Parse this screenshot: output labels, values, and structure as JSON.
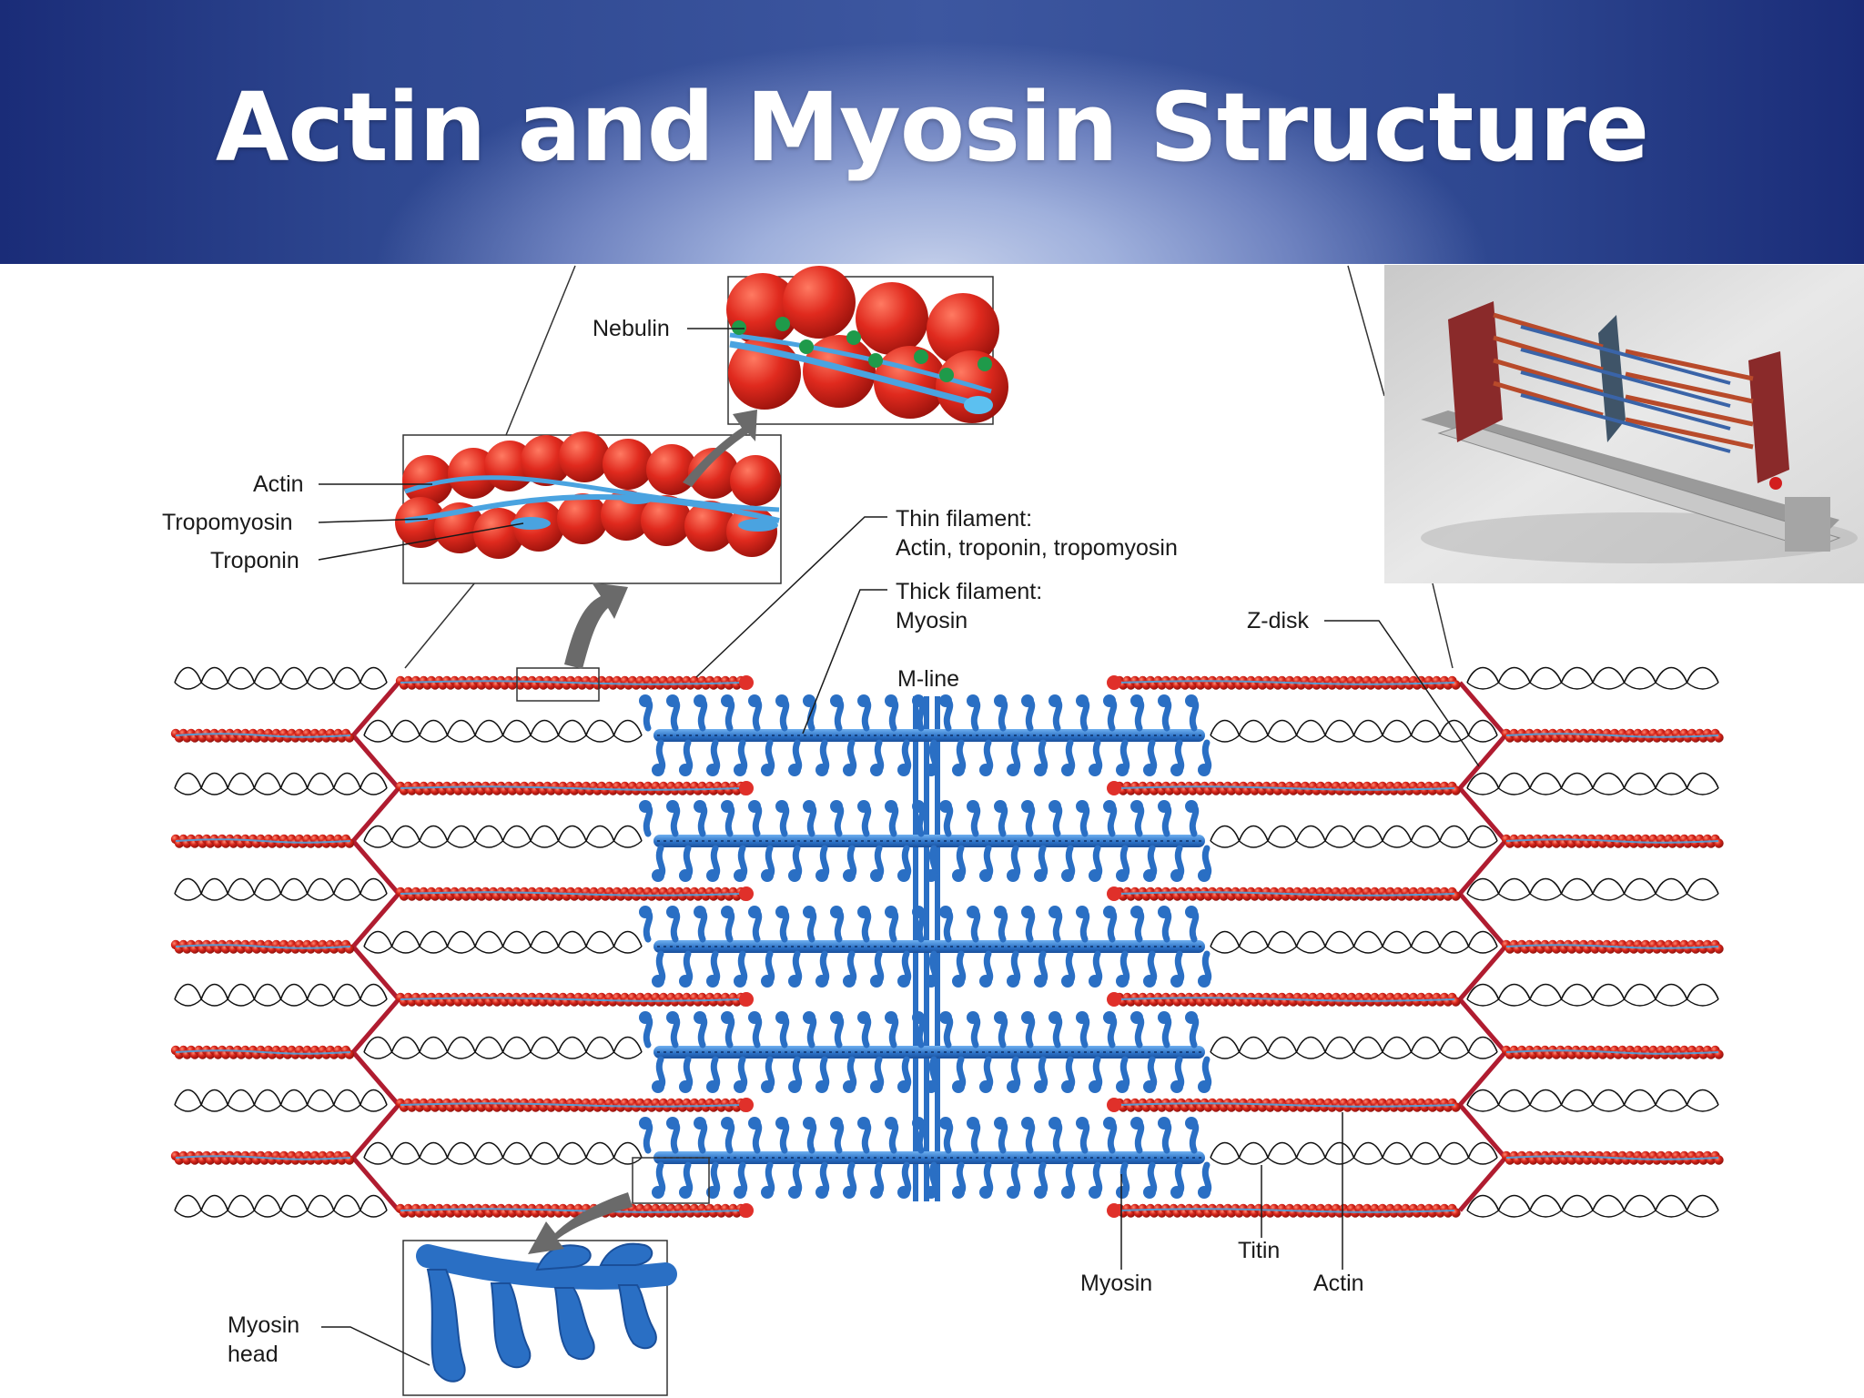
{
  "slide": {
    "title": "Actin and Myosin Structure"
  },
  "labels": {
    "nebulin": "Nebulin",
    "actin_inset": "Actin",
    "tropomyosin": "Tropomyosin",
    "troponin": "Troponin",
    "thin_filament_line1": "Thin filament:",
    "thin_filament_line2": "Actin, troponin, tropomyosin",
    "thick_filament_line1": "Thick filament:",
    "thick_filament_line2": "Myosin",
    "m_line": "M-line",
    "z_disk": "Z-disk",
    "titin": "Titin",
    "myosin_bottom": "Myosin",
    "actin_bottom": "Actin",
    "myosin_head_line1": "Myosin",
    "myosin_head_line2": "head"
  },
  "colors": {
    "banner_dark": "#1a2c78",
    "actin_red": "#d8261c",
    "tropomyosin_blue": "#4aa3e0",
    "myosin_blue": "#2a6fc4",
    "z_disk": "#b01c30",
    "nebulin_green": "#1f9a4a"
  }
}
